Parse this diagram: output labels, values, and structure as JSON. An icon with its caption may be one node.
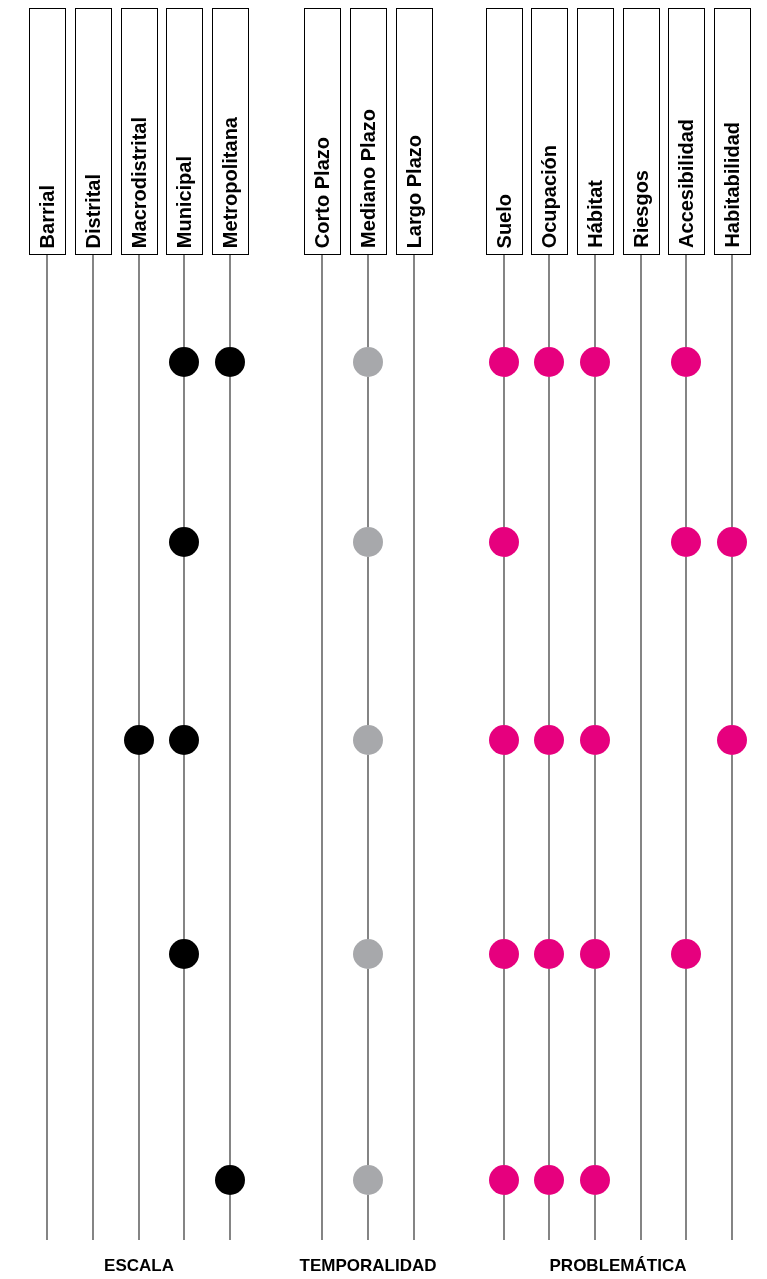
{
  "diagram": {
    "nodes": [
      {
        "text": [
          "Barrial"
        ]
      },
      {
        "text": [
          "Distrital"
        ]
      },
      {
        "text": [
          "Macrodistrital"
        ]
      },
      {
        "text": [
          "Municipal"
        ]
      },
      {
        "text": [
          "Metropolitana"
        ]
      },
      {
        "text": [
          "Corto Plazo"
        ]
      },
      {
        "text": [
          "Mediano Plazo"
        ]
      },
      {
        "text": [
          "Largo Plazo"
        ]
      },
      {
        "text": [
          "Suelo"
        ]
      },
      {
        "text": [
          "Ocupación"
        ]
      },
      {
        "text": [
          "Hábitat"
        ]
      },
      {
        "text": [
          "Riesgos"
        ]
      },
      {
        "text": [
          "Accesibilidad"
        ]
      },
      {
        "text": [
          "Habitabilidad"
        ]
      },
      {
        "text": [],
        "shape": "circle"
      },
      {
        "text": [],
        "shape": "circle"
      },
      {
        "text": [],
        "shape": "circle"
      },
      {
        "text": [],
        "shape": "circle"
      },
      {
        "text": [],
        "shape": "circle"
      },
      {
        "text": [],
        "shape": "circle"
      },
      {
        "text": [],
        "shape": "circle"
      },
      {
        "text": [],
        "shape": "circle"
      },
      {
        "text": [],
        "shape": "circle"
      },
      {
        "text": [],
        "shape": "circle"
      },
      {
        "text": [],
        "shape": "circle"
      },
      {
        "text": [],
        "shape": "circle"
      },
      {
        "text": [],
        "shape": "circle"
      },
      {
        "text": [],
        "shape": "circle"
      },
      {
        "text": [],
        "shape": "circle"
      },
      {
        "text": [],
        "shape": "circle"
      },
      {
        "text": [],
        "shape": "circle"
      },
      {
        "text": [],
        "shape": "circle"
      },
      {
        "text": [],
        "shape": "circle"
      },
      {
        "text": [],
        "shape": "circle"
      },
      {
        "text": [],
        "shape": "circle"
      },
      {
        "text": [],
        "shape": "circle"
      },
      {
        "text": [],
        "shape": "circle"
      },
      {
        "text": [],
        "shape": "circle"
      },
      {
        "text": [],
        "shape": "circle"
      },
      {
        "text": [],
        "shape": "circle"
      },
      {
        "text": [],
        "shape": "circle"
      },
      {
        "text": [],
        "shape": "circle"
      },
      {
        "text": [],
        "shape": "circle"
      },
      {
        "text": [],
        "shape": "circle"
      }
    ],
    "edges": [
      {
        "from": 0,
        "to": null,
        "arrow": "none"
      },
      {
        "from": 1,
        "to": null,
        "arrow": "none"
      },
      {
        "from": 2,
        "to": 26,
        "arrow": "none"
      },
      {
        "from": 26,
        "to": null,
        "arrow": "none"
      },
      {
        "from": 3,
        "to": 14,
        "arrow": "none"
      },
      {
        "from": 14,
        "to": 21,
        "arrow": "none"
      },
      {
        "from": 21,
        "to": 27,
        "arrow": "none"
      },
      {
        "from": 27,
        "to": 33,
        "arrow": "none"
      },
      {
        "from": 33,
        "to": null,
        "arrow": "none"
      },
      {
        "from": 4,
        "to": 15,
        "arrow": "none"
      },
      {
        "from": 15,
        "to": 39,
        "arrow": "none"
      },
      {
        "from": 39,
        "to": null,
        "arrow": "none"
      },
      {
        "from": 5,
        "to": null,
        "arrow": "none"
      },
      {
        "from": 6,
        "to": 16,
        "arrow": "none"
      },
      {
        "from": 16,
        "to": 22,
        "arrow": "none"
      },
      {
        "from": 22,
        "to": 28,
        "arrow": "none"
      },
      {
        "from": 28,
        "to": 34,
        "arrow": "none"
      },
      {
        "from": 34,
        "to": 40,
        "arrow": "none"
      },
      {
        "from": 40,
        "to": null,
        "arrow": "none"
      },
      {
        "from": 7,
        "to": null,
        "arrow": "none"
      },
      {
        "from": 8,
        "to": 17,
        "arrow": "none"
      },
      {
        "from": 17,
        "to": 23,
        "arrow": "none"
      },
      {
        "from": 23,
        "to": 29,
        "arrow": "none"
      },
      {
        "from": 29,
        "to": 35,
        "arrow": "none"
      },
      {
        "from": 35,
        "to": 41,
        "arrow": "none"
      },
      {
        "from": 41,
        "to": null,
        "arrow": "none"
      },
      {
        "from": 9,
        "to": 18,
        "arrow": "none"
      },
      {
        "from": 18,
        "to": 30,
        "arrow": "none"
      },
      {
        "from": 30,
        "to": 36,
        "arrow": "none"
      },
      {
        "from": 36,
        "to": 42,
        "arrow": "none"
      },
      {
        "from": 42,
        "to": null,
        "arrow": "none"
      },
      {
        "from": 10,
        "to": 19,
        "arrow": "none"
      },
      {
        "from": 19,
        "to": 31,
        "arrow": "none"
      },
      {
        "from": 31,
        "to": 37,
        "arrow": "none"
      },
      {
        "from": 37,
        "to": 43,
        "arrow": "none"
      },
      {
        "from": 43,
        "to": null,
        "arrow": "none"
      },
      {
        "from": 11,
        "to": null,
        "arrow": "none"
      },
      {
        "from": 12,
        "to": 20,
        "arrow": "none"
      },
      {
        "from": 20,
        "to": 24,
        "arrow": "none"
      },
      {
        "from": 24,
        "to": 38,
        "arrow": "none"
      },
      {
        "from": 38,
        "to": null,
        "arrow": "none"
      },
      {
        "from": 13,
        "to": 25,
        "arrow": "none"
      },
      {
        "from": 25,
        "to": 32,
        "arrow": "none"
      },
      {
        "from": 32,
        "to": null,
        "arrow": "none"
      }
    ],
    "labels": [
      "ESCALA",
      "TEMPORALIDAD",
      "PROBLEMÁTICA"
    ]
  }
}
